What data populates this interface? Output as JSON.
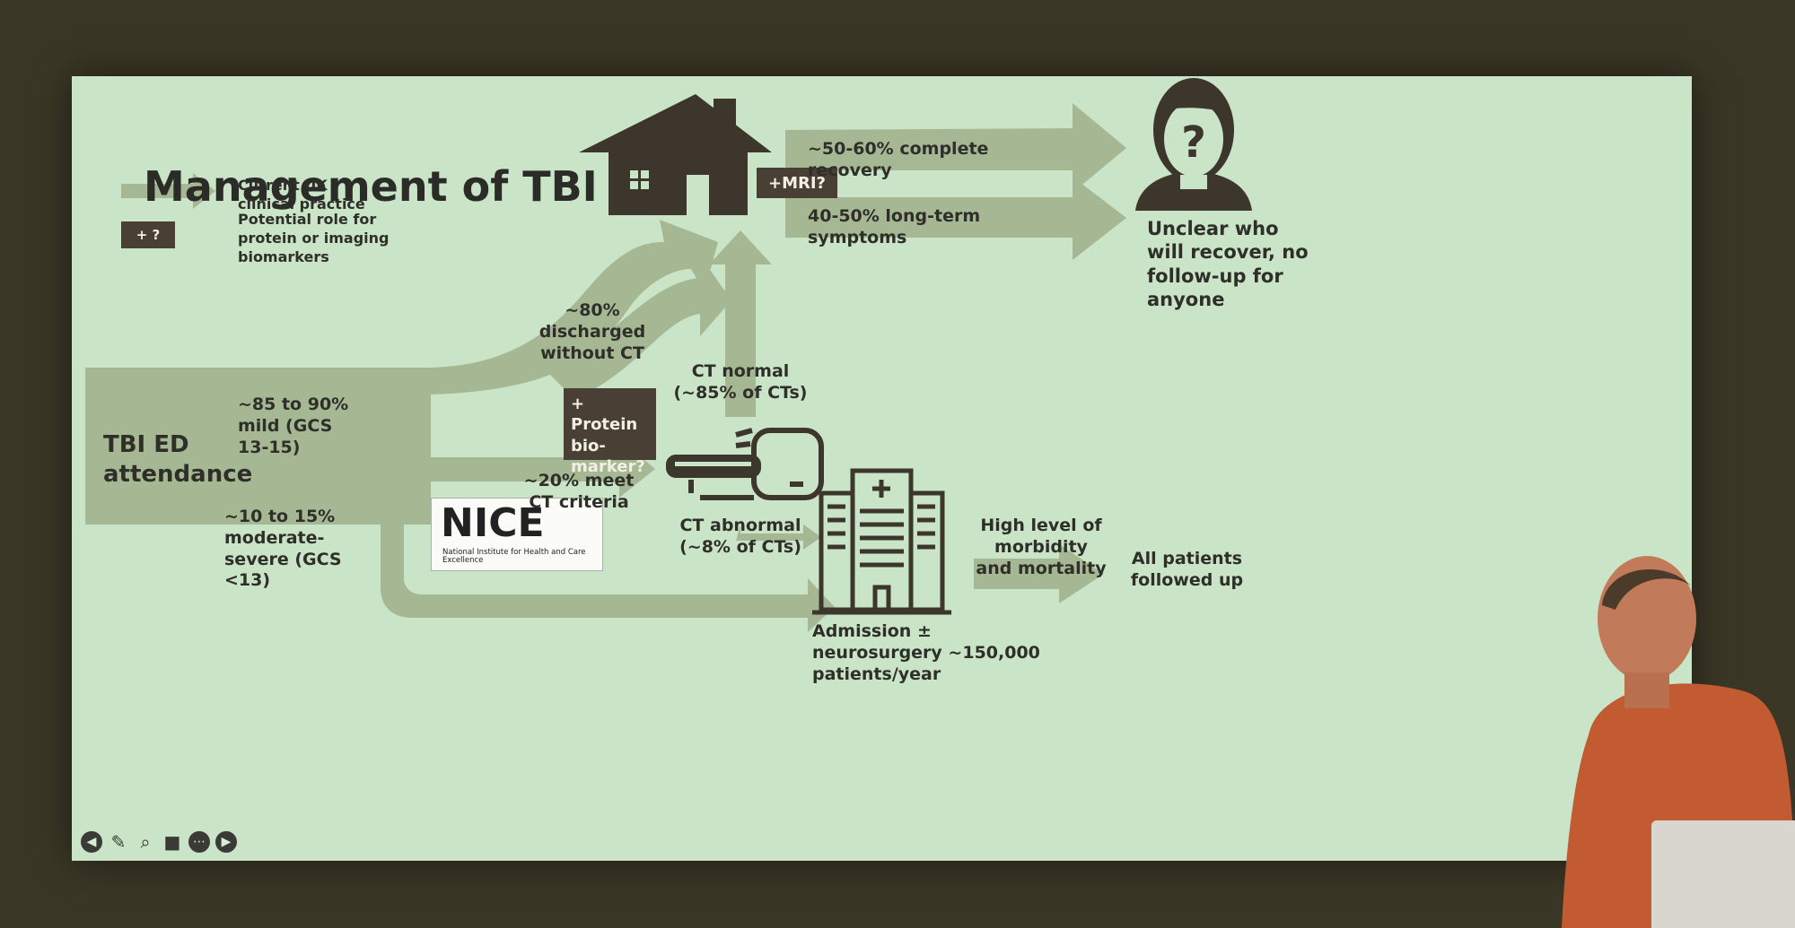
{
  "slide": {
    "title": "Management of TBI",
    "legend": {
      "arrow_text": "Current UK clinical practice",
      "box_label": "+ ?",
      "box_text": "Potential role for protein or imaging biomarkers"
    },
    "ed": {
      "label": "TBI ED attendance",
      "mild_label": "~85 to 90% mild (GCS 13-15)",
      "moderate_label": "~10 to 15% moderate-severe (GCS <13)"
    },
    "nice": {
      "word": "NICE",
      "subtitle": "National Institute for Health and Care Excellence"
    },
    "protein_box": "+ Protein bio-marker?",
    "discharged_label": "~80% discharged without CT",
    "ct_criteria_label": "~20% meet CT criteria",
    "ct_normal_label": "CT normal (~85% of CTs)",
    "ct_abnormal_label": "CT abnormal (~8% of CTs)",
    "mri_box": "+MRI?",
    "recovery_label": "~50-60% complete recovery",
    "symptoms_label": "40-50% long-term symptoms",
    "unclear_label": "Unclear who will recover, no follow-up for anyone",
    "morbidity_label": "High level of morbidity and mortality",
    "followed_label": "All patients followed up",
    "admission_label": "Admission ± neurosurgery ~150,000 patients/year"
  },
  "colors": {
    "slide_bg": "#c9e4c6",
    "arrow_fill": "#a6b893",
    "dark_icon": "#3c362d",
    "dark_box": "#4a3f34",
    "text": "#2f2f2a"
  },
  "toolbar": [
    "previous-icon",
    "pen-icon",
    "zoom-icon",
    "camera-icon",
    "more-icon",
    "next-icon"
  ]
}
